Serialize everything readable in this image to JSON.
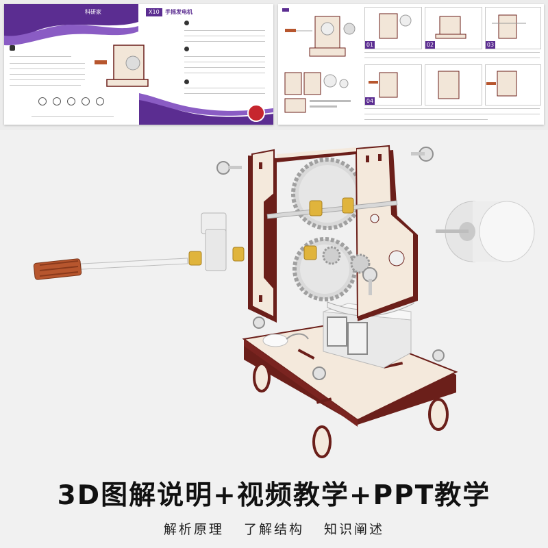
{
  "manual": {
    "brand_label": "科研家",
    "model_badge": "X10",
    "product_title": "手摇发电机",
    "step_numbers": [
      "01",
      "02",
      "03",
      "04"
    ]
  },
  "headline": "3D图解说明+视频教学+PPT教学",
  "subheadline": {
    "items": [
      "解析原理",
      "了解结构",
      "知识阐述"
    ]
  },
  "colors": {
    "brand_purple": "#5b2d91",
    "wood": "#f2e6d8",
    "wood_edge": "#6b1f1a",
    "crank_handle": "#b7562e",
    "bushing": "#e0b43c"
  }
}
